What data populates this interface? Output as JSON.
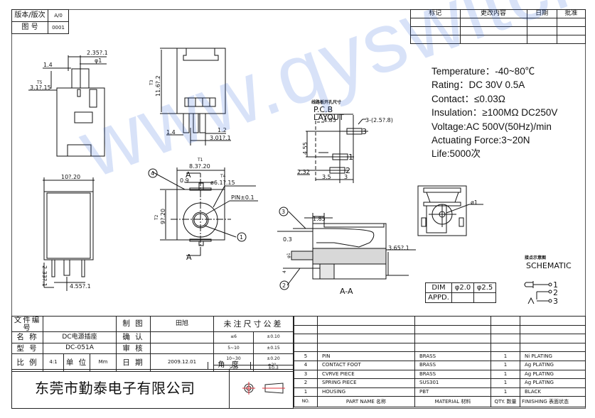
{
  "header": {
    "version_label": "版本/版次",
    "version_value": "A/0",
    "drawing_no_label": "图 号",
    "drawing_no_value": "0001"
  },
  "revision_table": {
    "columns": [
      "标记",
      "更改内容",
      "日期",
      "批准"
    ],
    "rows": [
      [
        "",
        "",
        "",
        ""
      ],
      [
        "",
        "",
        "",
        ""
      ],
      [
        "",
        "",
        "",
        ""
      ]
    ]
  },
  "specs": [
    "Temperature：-40~80℃",
    "Rating：DC 30V 0.5A",
    "Contact：≤0.03Ω",
    "Insulation：≥100MΩ DC250V",
    "Voltage:AC 500V(50Hz)/min",
    "Actuating Force:3~20N",
    "Life:5000次"
  ],
  "watermark": "www.qyswitch.com",
  "drawings": {
    "top_view": {
      "d1": "2.35?.1",
      "d2": "φ1",
      "d3": "1.4",
      "t5_label": "T5",
      "t5_value": "3.1?.15"
    },
    "side_view": {
      "t3_label": "T3",
      "t3_value": "11.6?.2",
      "d1": "1.4",
      "d2": "1.2",
      "d3": "3.01?.1"
    },
    "front_view": {
      "width": "10?.20",
      "pin_len": "2.33?.1",
      "pin_pitch": "4.55?.1"
    },
    "face_view": {
      "t1_label": "T1",
      "t1_value": "8.3?.20",
      "t2_label": "T2",
      "t2_value": "9?.20",
      "t4_label": "T4",
      "t4_value": "ø6.1?.15",
      "pin": "PIN±0.1",
      "gap": "0.9",
      "section": "A",
      "callout_1": "1",
      "callout_4": "4"
    },
    "pcb_layout": {
      "cn_title": "线路板开孔尺寸",
      "title_line1": "P.C.B",
      "title_line2": "LAYOUT",
      "d_top": "4.85",
      "d_hole": "3-(2.5?.8)",
      "d_vert": "4.55",
      "d_low": "2.32",
      "d_a": "3.5",
      "d_b": "3",
      "pins": [
        "3",
        "1",
        "2"
      ]
    },
    "section_view": {
      "d1": "1.85",
      "d2": "0.3",
      "d3": "3.65?.1",
      "d4": "φ1",
      "d5": "4",
      "title": "A-A",
      "callout_2": "2",
      "callout_3": "3"
    },
    "rear_view": {
      "dia": "ø1"
    },
    "schematic": {
      "cn_title": "接点示意图",
      "title": "SCHEMATIC",
      "pins": [
        "1",
        "2",
        "3"
      ]
    }
  },
  "dim_table": {
    "rows": [
      [
        "DIM",
        "φ2.0",
        "φ2.5"
      ],
      [
        "APPD.",
        "",
        ""
      ]
    ]
  },
  "title_block": {
    "file_no_label": "文件编号",
    "file_no_value": "",
    "name_label": "名 称",
    "name_value": "DC电源插座",
    "model_label": "型 号",
    "model_value": "DC-051A",
    "scale_label": "比 例",
    "scale_value": "4:1",
    "unit_label": "单 位",
    "unit_value": "Mm",
    "drawn_label": "制 图",
    "drawn_value": "田旭",
    "confirm_label": "确 认",
    "confirm_value": "",
    "review_label": "审 核",
    "review_value": "",
    "date_label": "日 期",
    "date_value": "2009.12.01",
    "tolerance_title": "未注尺寸公差",
    "tolerances": [
      [
        "≤6",
        "±0.10"
      ],
      [
        "5~10",
        "±0.15"
      ],
      [
        "10~30",
        "±0.20"
      ],
      [
        ">30",
        "±0.3"
      ]
    ],
    "angle_label": "角 度",
    "angle_value": "±2°",
    "company": "东莞市勤泰电子有限公司"
  },
  "bom": {
    "rows": [
      {
        "no": "5",
        "part": "PIN",
        "material": "BRASS",
        "qty": "1",
        "finishing": "Ni PLATING"
      },
      {
        "no": "4",
        "part": "CONTACT  FOOT",
        "material": "BRASS",
        "qty": "1",
        "finishing": "Ag PLATING"
      },
      {
        "no": "3",
        "part": "CVRVE  PIECE",
        "material": "BRASS",
        "qty": "1",
        "finishing": "Ag PLATING"
      },
      {
        "no": "2",
        "part": "SPRING  PIECE",
        "material": "SUS301",
        "qty": "1",
        "finishing": "Ag PLATING"
      },
      {
        "no": "1",
        "part": "HOUSING",
        "material": "PBT",
        "qty": "1",
        "finishing": "BLACK"
      }
    ],
    "header": {
      "no": "NO.",
      "part": "PART  NAME 名称",
      "material": "MATERIAL 材料",
      "qty": "QTY. 数量",
      "finishing": "FINISHING 表面状态"
    }
  }
}
